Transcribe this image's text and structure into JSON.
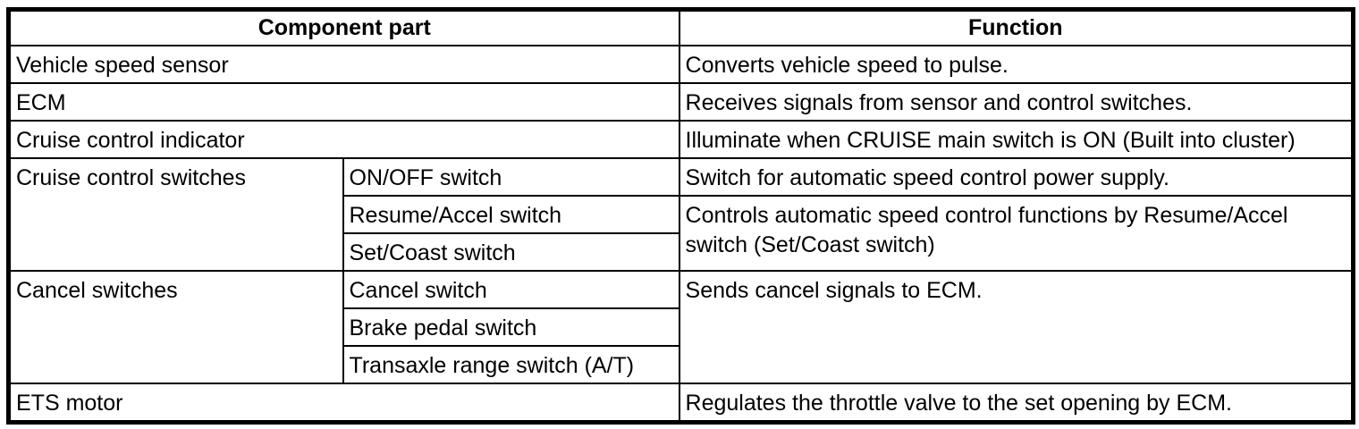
{
  "page": {
    "background_color": "#ffffff",
    "text_color": "#000000",
    "border_color": "#000000"
  },
  "table": {
    "headers": {
      "component": "Component part",
      "function": "Function"
    },
    "rows": [
      {
        "component": "Vehicle speed sensor",
        "function": "Converts vehicle speed to pulse."
      },
      {
        "component": "ECM",
        "function": "Receives signals from sensor and control switches."
      },
      {
        "component": "Cruise control indicator",
        "function": "Illuminate when CRUISE main switch is ON (Built into cluster)"
      },
      {
        "component_group": "Cruise control switches",
        "component_sub": "ON/OFF switch",
        "function": "Switch for automatic speed control power supply."
      },
      {
        "component_sub": "Resume/Accel switch",
        "function": "Controls automatic speed control functions by Resume/Accel switch (Set/Coast switch)"
      },
      {
        "component_sub": "Set/Coast switch"
      },
      {
        "component_group": "Cancel switches",
        "component_sub": "Cancel switch",
        "function": "Sends cancel signals to ECM."
      },
      {
        "component_sub": "Brake pedal switch"
      },
      {
        "component_sub": "Transaxle range switch (A/T)"
      },
      {
        "component": "ETS motor",
        "function": "Regulates the throttle valve to the set opening by ECM."
      }
    ]
  }
}
